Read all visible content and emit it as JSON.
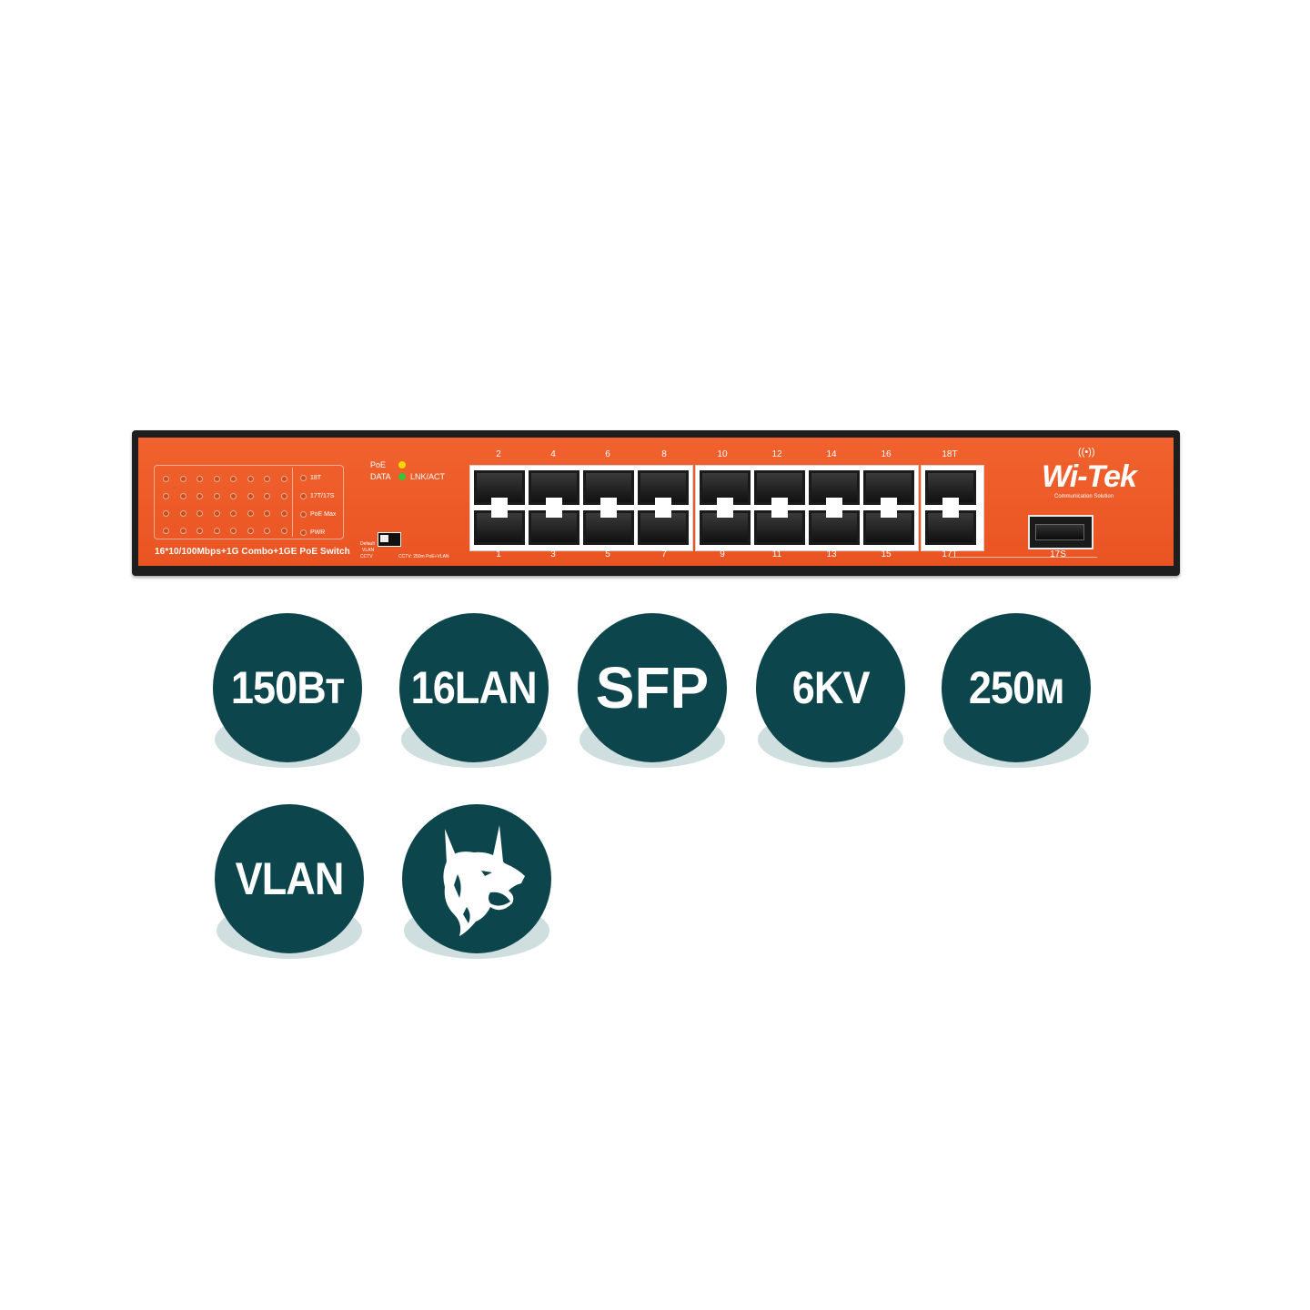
{
  "product": {
    "brand_logo_text": "Wi-Tek",
    "brand_tagline": "Communication Solution",
    "model_label": "16*10/100Mbps+1G Combo+1GE PoE Switch",
    "led_legend": [
      "18T",
      "17T/17S",
      "PoE Max",
      "PWR"
    ],
    "status_key": {
      "poe_label": "PoE",
      "data_label": "DATA",
      "lnk_act_label": "LNK/ACT",
      "poe_color": "#f5d800",
      "lnk_color": "#36c23a"
    },
    "dip_switch_labels": [
      "Default",
      "VLAN",
      "CCTV",
      "CCTV: 250m PoE+VLAN"
    ],
    "top_port_numbers": [
      "2",
      "4",
      "6",
      "8",
      "10",
      "12",
      "14",
      "16",
      "18T"
    ],
    "bottom_port_numbers": [
      "1",
      "3",
      "5",
      "7",
      "9",
      "11",
      "13",
      "15",
      "17T"
    ],
    "sfp_port_label": "17S",
    "body_color": "#ea5423"
  },
  "features": {
    "items": [
      {
        "label": "150Вт"
      },
      {
        "label": "16LAN"
      },
      {
        "label": "SFP"
      },
      {
        "label": "6KV"
      },
      {
        "label": "250м"
      },
      {
        "label": "VLAN"
      },
      {
        "label": "",
        "icon": "watchdog-icon"
      }
    ],
    "badge_color": "#0c454c",
    "shadow_color": "#cfdedf"
  }
}
